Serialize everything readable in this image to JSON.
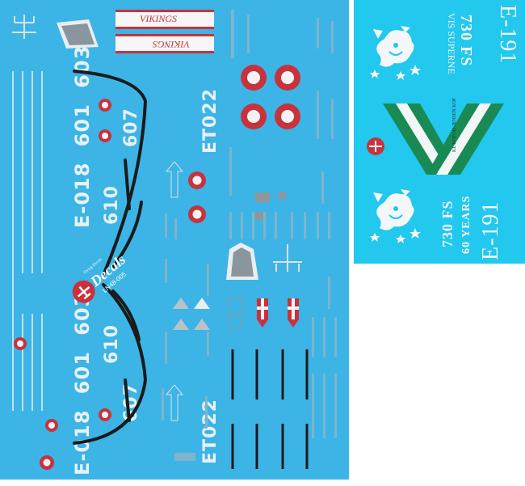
{
  "main_sheet": {
    "serials": {
      "e018_top": "E-018",
      "n601_top": "601",
      "n603_top": "603",
      "n607_top": "607",
      "et022_top": "ET022",
      "e018_bottom": "E-018",
      "n601_bottom": "601",
      "n603_bottom": "603",
      "n607_bottom": "607",
      "et022_bottom": "ET022",
      "n610_top": "610",
      "n610_bottom": "610"
    },
    "banner_text": "VIKINGS",
    "logo": {
      "brand": "Decals",
      "tagline": "Flying Decals",
      "product_code": "LN48-005"
    },
    "colors": {
      "sheet_blue": "#3cb4e6",
      "roundel_red": "#c8323c",
      "decal_white": "#e8f1f5",
      "stripe_black": "#1a1a1a",
      "grey": "#9aa4ab"
    }
  },
  "unit_sheet": {
    "unit_top": "730 FS",
    "motto": "VIS SUPERNE",
    "serial_top": "E-191",
    "unit_bottom": "730 FS",
    "anniversary": "60 YEARS",
    "serial_bottom": "E-191",
    "artist_credit": "KL KOFOD-JENSEN KOF",
    "colors": {
      "sheet_cyan": "#22c8ee",
      "chevron_green": "#1a8a55",
      "chevron_white": "#f2f6f4"
    }
  }
}
